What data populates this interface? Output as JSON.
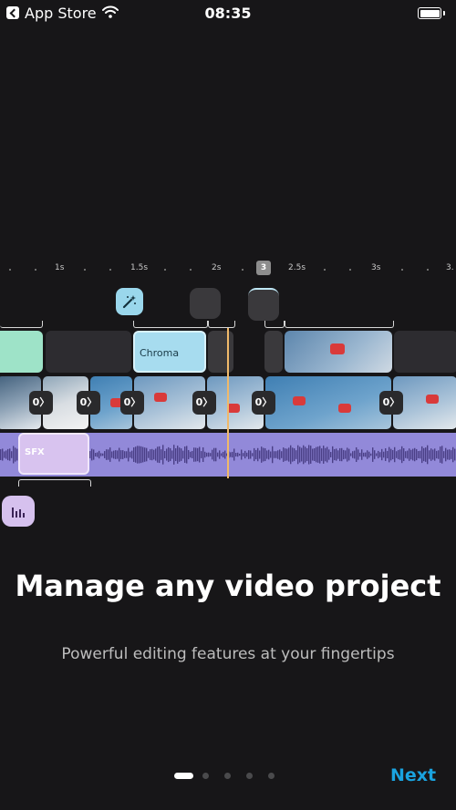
{
  "status_bar": {
    "back_app": "App Store",
    "time": "08:35"
  },
  "timeline": {
    "ruler_labels": [
      "1s",
      "1.5s",
      "2s",
      "3",
      "2.5s",
      "3s",
      "3."
    ],
    "chroma_label": "Chroma",
    "sfx_label": "SFX",
    "transition_glyph": "0〉"
  },
  "onboarding": {
    "headline": "Manage any video project",
    "subhead": "Powerful editing features at your fingertips",
    "page_count": 5,
    "current_page": 1,
    "next_label": "Next"
  },
  "colors": {
    "accent": "#1aa3df",
    "playhead": "#f0b96a",
    "audio_track": "#9289d9",
    "chroma_clip": "#a7dcef",
    "overlay_clip": "#9ee3c8"
  },
  "icons": [
    "back-arrow-icon",
    "wifi-icon",
    "battery-icon",
    "magic-wand-icon",
    "audio-levels-icon"
  ]
}
